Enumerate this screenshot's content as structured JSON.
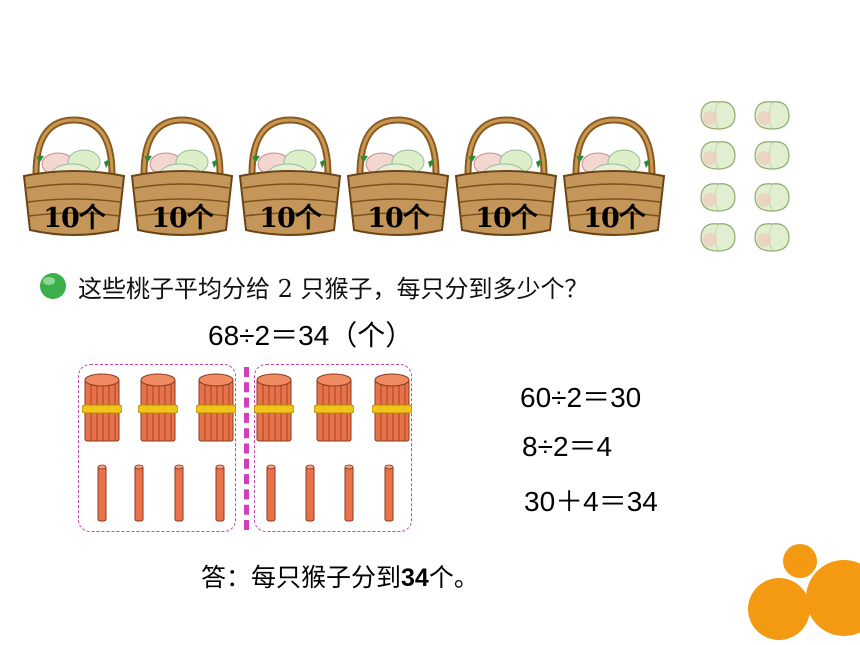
{
  "baskets": [
    {
      "label": "10个"
    },
    {
      "label": "10个"
    },
    {
      "label": "10个"
    },
    {
      "label": "10个"
    },
    {
      "label": "10个"
    },
    {
      "label": "10个"
    }
  ],
  "question": "这些桃子平均分给 2 只猴子，每只分到多少个？",
  "equation_main": "68÷2＝34（个）",
  "steps": {
    "step1": "60÷2＝30",
    "step2": "8÷2＝4",
    "step3": "30＋4＝34"
  },
  "answer": {
    "prefix": "答：每只猴子分到",
    "number": "34",
    "suffix": "个。"
  },
  "colors": {
    "accent_orange": "#f39a12",
    "dashed_magenta": "#d23fbd",
    "stick_orange": "#e8734a",
    "bundle_band": "#f0c419",
    "basket_brown": "#a87a3a",
    "question_dot": "#3cae4a"
  },
  "loose_peach_count": 8,
  "bundles_per_group": 3,
  "single_sticks_per_group": 4
}
